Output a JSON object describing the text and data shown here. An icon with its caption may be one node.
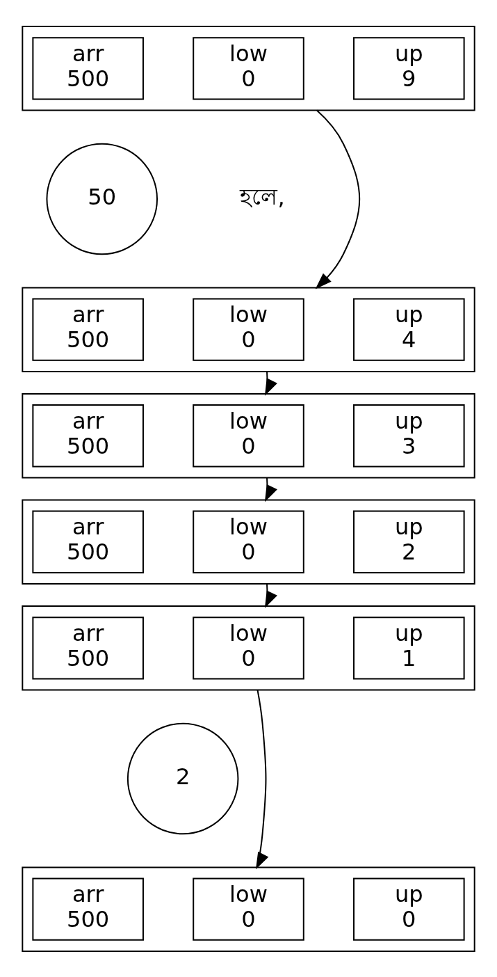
{
  "diagram": {
    "nodes": [
      {
        "text": [],
        "shape": "box"
      },
      {
        "text": [
          "arr",
          "500"
        ],
        "in": 0
      },
      {
        "text": [
          "low",
          "0"
        ],
        "in": 0
      },
      {
        "text": [
          "up",
          "9"
        ],
        "in": 0
      },
      {
        "text": [
          "50"
        ],
        "beside": [
          "হলে,"
        ]
      },
      {
        "text": [],
        "shape": "box"
      },
      {
        "text": [
          "arr",
          "500"
        ],
        "in": 5
      },
      {
        "text": [
          "low",
          "0"
        ],
        "in": 5
      },
      {
        "text": [
          "up",
          "4"
        ],
        "in": 5
      },
      {
        "text": [],
        "shape": "box"
      },
      {
        "text": [
          "arr",
          "500"
        ],
        "in": 9
      },
      {
        "text": [
          "low",
          "0"
        ],
        "in": 9
      },
      {
        "text": [
          "up",
          "3"
        ],
        "in": 9
      },
      {
        "text": [],
        "shape": "box"
      },
      {
        "text": [
          "arr",
          "500"
        ],
        "in": 13
      },
      {
        "text": [
          "low",
          "0"
        ],
        "in": 13
      },
      {
        "text": [
          "up",
          "2"
        ],
        "in": 13
      },
      {
        "text": [],
        "shape": "box"
      },
      {
        "text": [
          "arr",
          "500"
        ],
        "in": 17
      },
      {
        "text": [
          "low",
          "0"
        ],
        "in": 17
      },
      {
        "text": [
          "up",
          "1"
        ],
        "in": 17
      },
      {
        "text": [
          "2"
        ]
      },
      {
        "text": [],
        "shape": "box"
      },
      {
        "text": [
          "arr",
          "500"
        ],
        "in": 22
      },
      {
        "text": [
          "low",
          "0"
        ],
        "in": 22
      },
      {
        "text": [
          "up",
          "0"
        ],
        "in": 22
      }
    ],
    "edges": [
      {
        "from": 0,
        "to": 5,
        "arrow": "to"
      },
      {
        "from": 5,
        "to": 9,
        "arrow": "to"
      },
      {
        "from": 9,
        "to": 13,
        "arrow": "to"
      },
      {
        "from": 13,
        "to": 17,
        "arrow": "to"
      },
      {
        "from": 17,
        "to": 22,
        "arrow": "to"
      }
    ]
  }
}
